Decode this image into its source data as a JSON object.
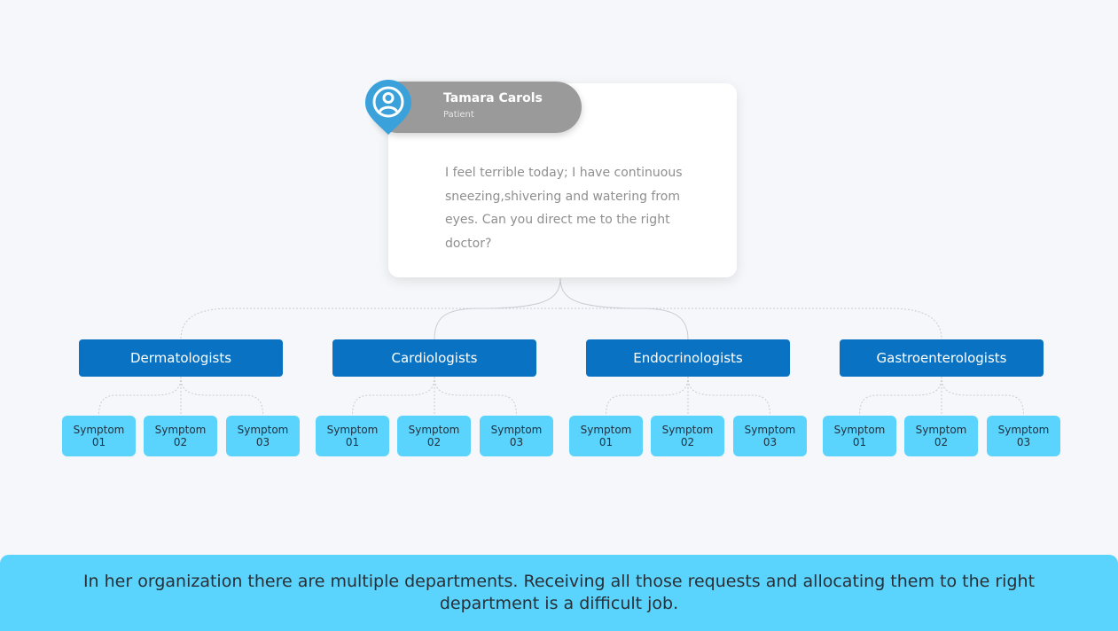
{
  "patient": {
    "name": "Tamara Carols",
    "role": "Patient",
    "message": "I feel terrible today; I have continuous sneezing,shivering and watering from eyes. Can you direct me to the right doctor?"
  },
  "departments": [
    {
      "label": "Dermatologists",
      "symptoms": [
        [
          "Symptom",
          "01"
        ],
        [
          "Symptom",
          "02"
        ],
        [
          "Symptom",
          "03"
        ]
      ]
    },
    {
      "label": "Cardiologists",
      "symptoms": [
        [
          "Symptom",
          "01"
        ],
        [
          "Symptom",
          "02"
        ],
        [
          "Symptom",
          "03"
        ]
      ]
    },
    {
      "label": "Endocrinologists",
      "symptoms": [
        [
          "Symptom",
          "01"
        ],
        [
          "Symptom",
          "02"
        ],
        [
          "Symptom",
          "03"
        ]
      ]
    },
    {
      "label": "Gastroenterologists",
      "symptoms": [
        [
          "Symptom",
          "01"
        ],
        [
          "Symptom",
          "02"
        ],
        [
          "Symptom",
          "03"
        ]
      ]
    }
  ],
  "footer": {
    "text": "In her organization there are multiple departments. Receiving all those requests and allocating them to the right department is a difficult job."
  },
  "colors": {
    "department_fill": "#0a72c2",
    "symptom_fill": "#5ad3fd",
    "footer_fill": "#5ad3fd",
    "avatar_pin": "#3aa1da",
    "patient_pill": "#9a9a9a"
  },
  "icons": {
    "avatar": "user-circle-pin-icon"
  }
}
